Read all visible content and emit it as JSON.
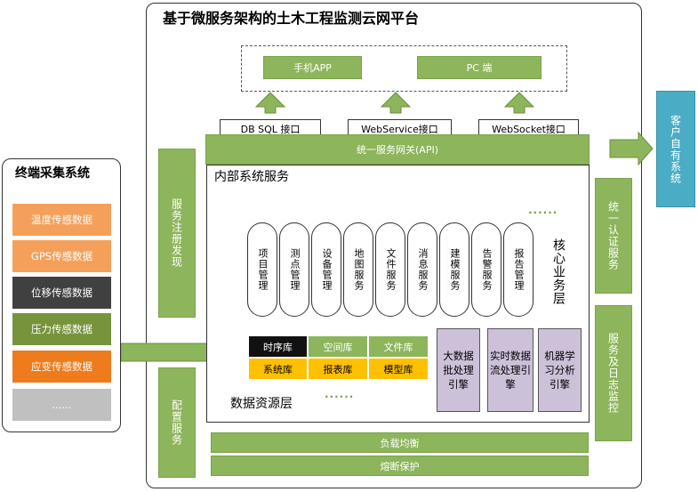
{
  "platform": {
    "title": "基于微服务架构的土木工程监测云网平台"
  },
  "clients": {
    "mobile_app": "手机APP",
    "pc": "PC 端"
  },
  "interfaces": {
    "db_sql": "DB SQL 接口",
    "webservice": "WebService接口",
    "websocket": "WebSocket接口"
  },
  "gateway": {
    "label": "统一服务网关(API)"
  },
  "internal": {
    "title": "内部系统服务",
    "core_layer_label": "核心业务层",
    "data_layer_label": "数据资源层",
    "more_dots": "......",
    "services": [
      "项目管理",
      "测点管理",
      "设备管理",
      "地图服务",
      "文件服务",
      "消息服务",
      "建模服务",
      "告警服务",
      "报告管理"
    ]
  },
  "data_resources": {
    "row1": [
      "时序库",
      "空间库",
      "文件库"
    ],
    "row2": [
      "系统库",
      "报表库",
      "模型库"
    ]
  },
  "engines": [
    "大数据批处理引擎",
    "实时数据流处理引擎",
    "机器学习分析引擎"
  ],
  "side_left": {
    "registry": "服务注册发现",
    "config": "配置服务"
  },
  "side_right": {
    "auth": "统一认证服务",
    "monitor": "服务及日志监控"
  },
  "bottom": {
    "load_balance": "负载均衡",
    "circuit_breaker": "熔断保护"
  },
  "terminal": {
    "title": "终端采集系统",
    "items": [
      "温度传感数据",
      "GPS传感数据",
      "位移传感数据",
      "压力传感数据",
      "应变传感数据",
      "......"
    ]
  },
  "customer": {
    "label": "客户自有系统"
  },
  "colors": {
    "green": "#8db55b",
    "orange_light": "#f5a05a",
    "orange": "#ee7b1c",
    "dark_gray": "#404040",
    "olive": "#77933c",
    "light_gray": "#c0c0c0",
    "teal": "#4bacc6",
    "purple": "#cdc1da",
    "yellow": "#ffc000",
    "black": "#111111",
    "green_cell": "#8db55b"
  }
}
